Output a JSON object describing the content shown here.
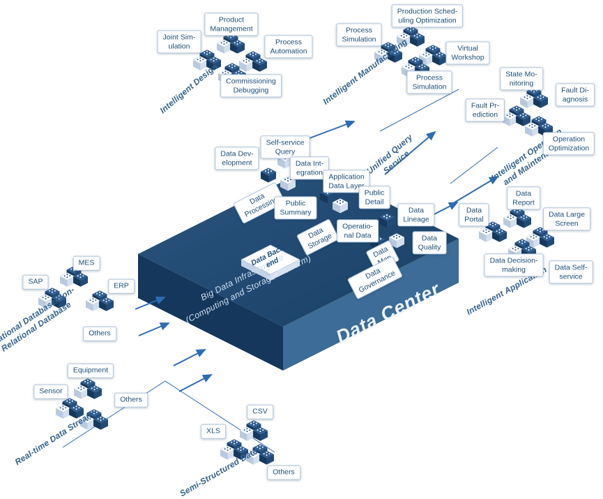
{
  "design": {
    "tag": "Intelligent Design",
    "boxes": {
      "joint_simulation": "Joint Sim-\nulation",
      "product_management": "Product\nManagement",
      "process_automation": "Process\nAutomation",
      "commissioning_debugging": "Commissioning\nDebugging"
    }
  },
  "manufacturing": {
    "tag": "Intelligent Manufacturing",
    "boxes": {
      "process_simulation_a": "Process\nSimulation",
      "production_scheduling": "Production Sched-\nuling Optimization",
      "virtual_workshop": "Virtual\nWorkshop",
      "process_simulation_b": "Process\nSimulation"
    }
  },
  "operation": {
    "tag": "Intelligent Operation\nand Maintenance",
    "boxes": {
      "state_monitoring": "State Mo-\nnitoring",
      "fault_diagnosis": "Fault Di-\nagnosis",
      "fault_prediction": "Fault Pr-\nediction",
      "operation_optimization": "Operation\nOptimization"
    }
  },
  "query_service": {
    "tag": "Unified Query\nService"
  },
  "application": {
    "tag": "Intelligent Application",
    "boxes": {
      "data_portal": "Data\nPortal",
      "data_report": "Data\nReport",
      "data_large_screen": "Data Large\nScreen",
      "data_decision_making": "Data Decision-\nmaking",
      "data_self_service": "Data Self-\nservice"
    }
  },
  "relational": {
    "tag": "Relational Database/Non-\nRelational Database",
    "boxes": {
      "sap": "SAP",
      "mes": "MES",
      "erp": "ERP",
      "others": "Others"
    }
  },
  "realtime": {
    "tag": "Real-time Data Stream",
    "boxes": {
      "equipment": "Equipment",
      "sensor": "Sensor",
      "others": "Others"
    }
  },
  "semi_structured": {
    "tag": "Semi-Structured Data",
    "boxes": {
      "xls": "XLS",
      "csv": "CSV",
      "others": "Others"
    }
  },
  "platform": {
    "title": "Data Center",
    "subtitle": "Big Data Infrastructure\n(Computing and Storage Platform)",
    "boxes": {
      "data_development": "Data Dev-\nelopment",
      "self_service_query": "Self-service\nQuery",
      "data_integration": "Data Int-\negration",
      "public_summary": "Public\nSummary",
      "application_data_layer": "Application\nData Layer",
      "public_detail": "Public\nDetail",
      "operational_data": "Operatio-\nnal Data",
      "data_lineage": "Data\nLineage",
      "data_quality": "Data\nQuality"
    },
    "tiles": {
      "data_processing": "Data\nProcessing",
      "data_storage": "Data\nStorage",
      "data_map": "Data\nMap",
      "data_governance": "Data\nGovernance",
      "data_backend": "Data Back-\nend"
    }
  },
  "colors": {
    "navy_top": "#1f4568",
    "navy_side": "#15375c",
    "steel_side": "#3c6c97",
    "accent": "#2d6bb4",
    "box_text": "#1d4e79"
  }
}
